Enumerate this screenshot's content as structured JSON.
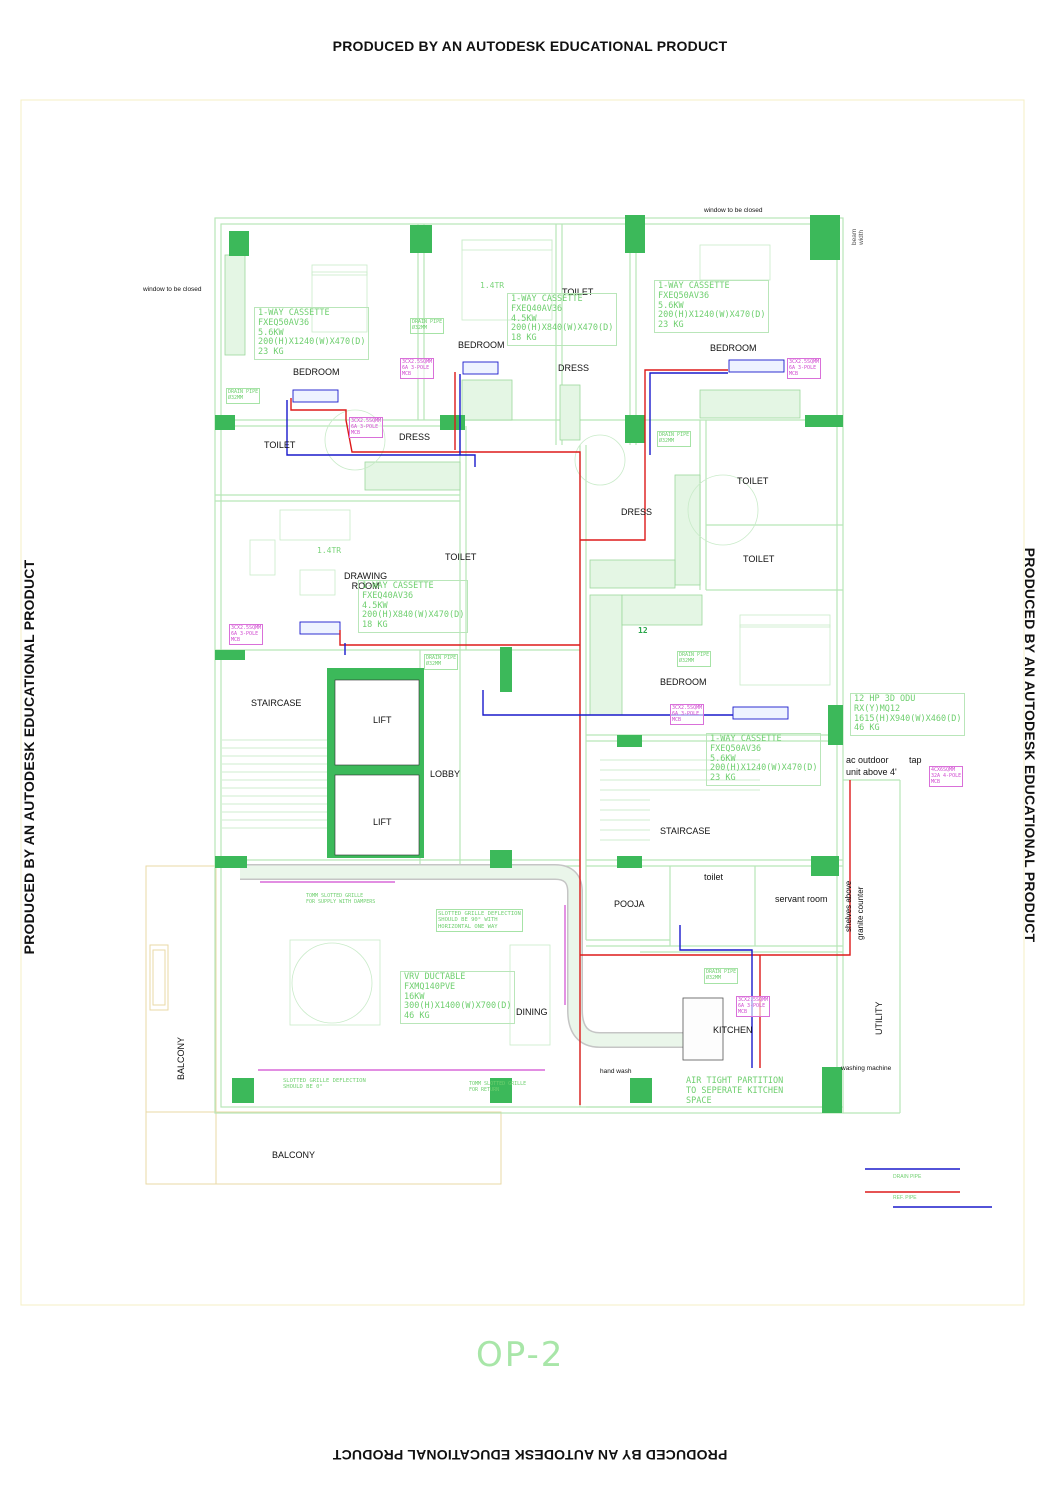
{
  "watermark": {
    "top": "PRODUCED BY AN AUTODESK EDUCATIONAL PRODUCT",
    "bottom": "PRODUCED BY AN AUTODESK EDUCATIONAL PRODUCT",
    "left": "PRODUCED BY AN AUTODESK EDUCATIONAL PRODUCT",
    "right": "PRODUCED BY AN AUTODESK EDUCATIONAL PRODUCT"
  },
  "sheet_id": "OP-2",
  "notes": {
    "window_closed_top": "window to be closed",
    "window_closed_left": "window to be closed",
    "beam_width": "beam width",
    "ac_outdoor": "ac outdoor",
    "unit_above": "unit above 4'",
    "tap": "tap",
    "hand_wash": "hand wash",
    "washing_machine": "washing machine",
    "shelves_above": "shelves above",
    "granite_counter": "granite counter"
  },
  "rooms": {
    "bedroom_1": "BEDROOM",
    "bedroom_2": "BEDROOM",
    "bedroom_3": "BEDROOM",
    "bedroom_4": "BEDROOM",
    "toilet_1": "TOILET",
    "toilet_2": "TOILET",
    "toilet_3": "TOILET",
    "toilet_4": "TOILET",
    "toilet_5": "TOILET",
    "toilet_small": "toilet",
    "dress_1": "DRESS",
    "dress_2": "DRESS",
    "dress_3": "DRESS",
    "drawing_room": "DRAWING\nROOM",
    "staircase_1": "STAIRCASE",
    "staircase_2": "STAIRCASE",
    "lift_1": "LIFT",
    "lift_2": "LIFT",
    "lobby": "LOBBY",
    "pooja": "POOJA",
    "servant_room": "servant room",
    "dining": "DINING",
    "kitchen": "KITCHEN",
    "utility": "UTILITY",
    "balcony_side": "BALCONY",
    "balcony_bottom": "BALCONY"
  },
  "tonnage": {
    "t1": "1.4TR",
    "t2": "1.4TR",
    "t3": "12"
  },
  "specs": {
    "spec_bedroom_left": "1-WAY CASSETTE\nFXEQ50AV36\n5.6KW\n200(H)X1240(W)X470(D)\n23 KG",
    "spec_bedroom_mid": "1-WAY CASSETTE\nFXEQ40AV36\n4.5KW\n200(H)X840(W)X470(D)\n18 KG",
    "spec_bedroom_right": "1-WAY CASSETTE\nFXEQ50AV36\n5.6KW\n200(H)X1240(W)X470(D)\n23 KG",
    "spec_drawing": "1-WAY CASSETTE\nFXEQ40AV36\n4.5KW\n200(H)X840(W)X470(D)\n18 KG",
    "spec_bedroom_lower": "1-WAY CASSETTE\nFXEQ50AV36\n5.6KW\n200(H)X1240(W)X470(D)\n23 KG",
    "spec_odu": "12 HP 3D ODU\nRX(Y)MQ12\n1615(H)X940(W)X460(D)\n46 KG",
    "spec_ductable": "VRV DUCTABLE\nFXMQ140PVE\n16KW\n300(H)X1400(W)X700(D)\n46 KG",
    "partition_note": "AIR TIGHT PARTITION\nTO SEPERATE KITCHEN\nSPACE"
  },
  "mcb": {
    "m1": "3CX2.5SQMM\n6A 3-POLE\nMCB",
    "m2": "3CX2.5SQMM\n6A 3-POLE\nMCB",
    "m3": "3CX2.5SQMM\n6A 3-POLE\nMCB",
    "m4": "3CX2.5SQMM\n6A 3-POLE\nMCB",
    "m5": "3CX2.5SQMM\n6A 3-POLE\nMCB",
    "m6": "3CX2.5SQMM\n6A 3-POLE\nMCB",
    "m7": "4CX6SQMM\n32A 4-POLE\nMCB"
  },
  "drain": {
    "d1": "DRAIN PIPE\nØ32MM",
    "d2": "DRAIN PIPE\nØ32MM",
    "d3": "DRAIN PIPE\nØ32MM",
    "d4": "DRAIN PIPE\nØ32MM",
    "d5": "DRAIN PIPE\nØ32MM",
    "d6": "DRAIN PIPE\nØ32MM"
  },
  "grille": {
    "g1": "SLOTTED GRILLE DEFLECTION\nSHOULD BE 90° WITH\nHORIZONTAL ONE WAY",
    "g2": "SLOTTED GRILLE DEFLECTION\nSHOULD BE 0°",
    "g3": "TOMM SLOTTED GRILLE\nFOR SUPPLY WITH DAMPERS",
    "g4": "TOMM SLOTTED GRILLE\nFOR RETURN"
  },
  "legend": {
    "drain": "DRAIN PIPE",
    "ref": "REF. PIPE",
    "colors": {
      "drain": "#1a1acc",
      "ref": "#dd1a1a",
      "wall": "#b8e6b8",
      "column": "#3cb95a",
      "spec": "#6fcf6f",
      "mcb": "#d04ad0"
    }
  }
}
